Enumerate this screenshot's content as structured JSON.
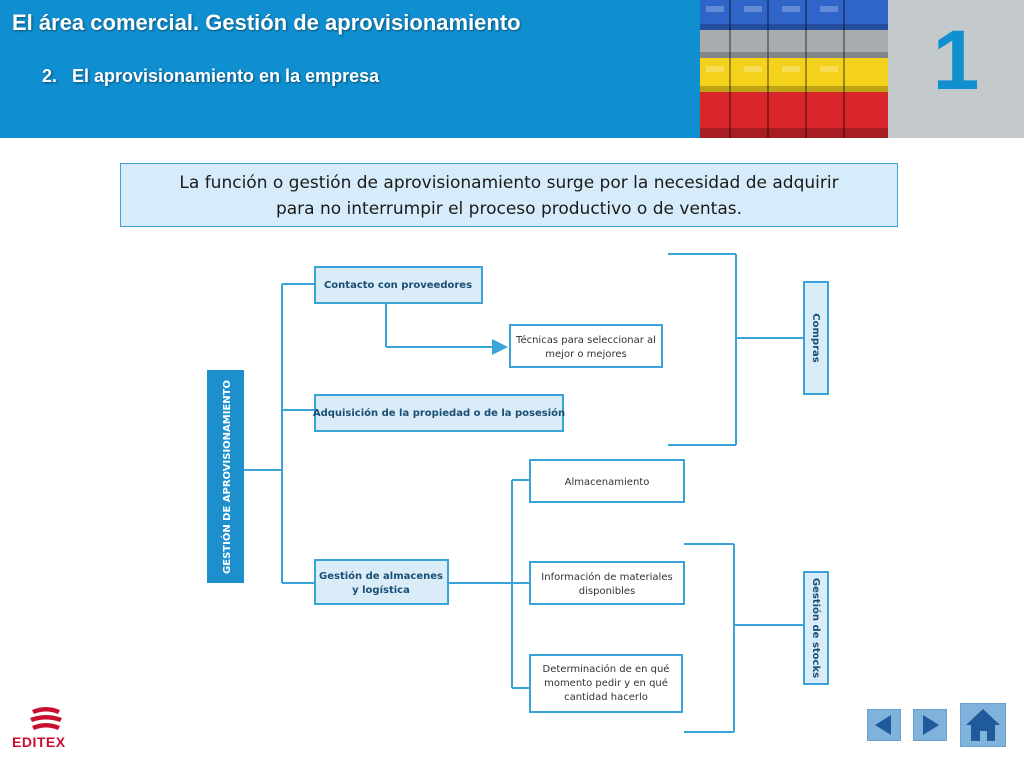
{
  "header": {
    "title": "El área comercial. Gestión de aprovisionamiento",
    "subtitle": "2.   El aprovisionamiento en la empresa",
    "unit_number": "1"
  },
  "intro": {
    "line1": "La función o gestión de aprovisionamiento surge por la necesidad de adquirir",
    "line2": "para no interrumpir el proceso productivo o de ventas."
  },
  "diagram": {
    "root": "GESTIÓN DE APROVISIONAMIENTO",
    "contacto": "Contacto con proveedores",
    "tecnicas": [
      "Técnicas para seleccionar al",
      "mejor o mejores"
    ],
    "adquisicion": "Adquisición de la propiedad o de la posesión",
    "gestion_almacenes": [
      "Gestión de almacenes",
      "y logística"
    ],
    "almacenamiento": "Almacenamiento",
    "informacion": [
      "Información de materiales",
      "disponibles"
    ],
    "determinacion": [
      "Determinación de en qué",
      "momento pedir y en qué",
      "cantidad hacerlo"
    ],
    "compras": "Compras",
    "gestion_stocks": "Gestión de stocks"
  },
  "brand": {
    "logo_text": "EDITEX"
  },
  "colors": {
    "header_blue": "#0f8fd0",
    "box_border": "#3aa3d8",
    "root_fill": "#1e8fcd",
    "box_fill_blue": "#d9ecf8",
    "brand_red": "#c8102e"
  },
  "nav": {
    "prev_icon": "triangle-left-icon",
    "next_icon": "triangle-right-icon",
    "home_icon": "home-icon"
  }
}
